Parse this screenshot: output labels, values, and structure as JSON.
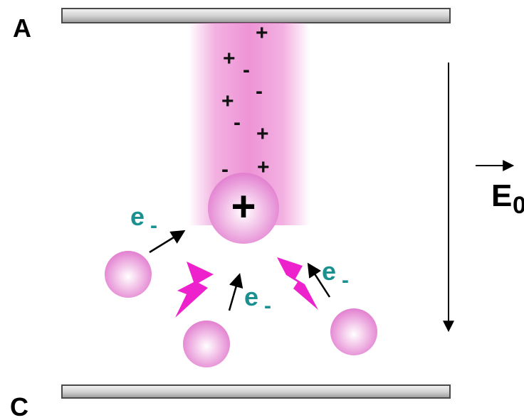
{
  "plates": {
    "top_label": "A",
    "bottom_label": "C"
  },
  "field": {
    "label": "E",
    "subscript": "0"
  },
  "streamer": {
    "head_sign": "+",
    "charges": [
      "+",
      "+",
      "-",
      "+",
      "-",
      "-",
      "+",
      "-",
      "+"
    ]
  },
  "electrons": {
    "symbol": "e",
    "charge_sign": "-"
  },
  "colors": {
    "plate_fill": "#dcdcdc",
    "plate_stroke": "#4a4a4a",
    "channel": "#e870c8",
    "sphere": "#e98fd8",
    "lightning": "#ee22cc",
    "electron_text": "#1a9090"
  }
}
